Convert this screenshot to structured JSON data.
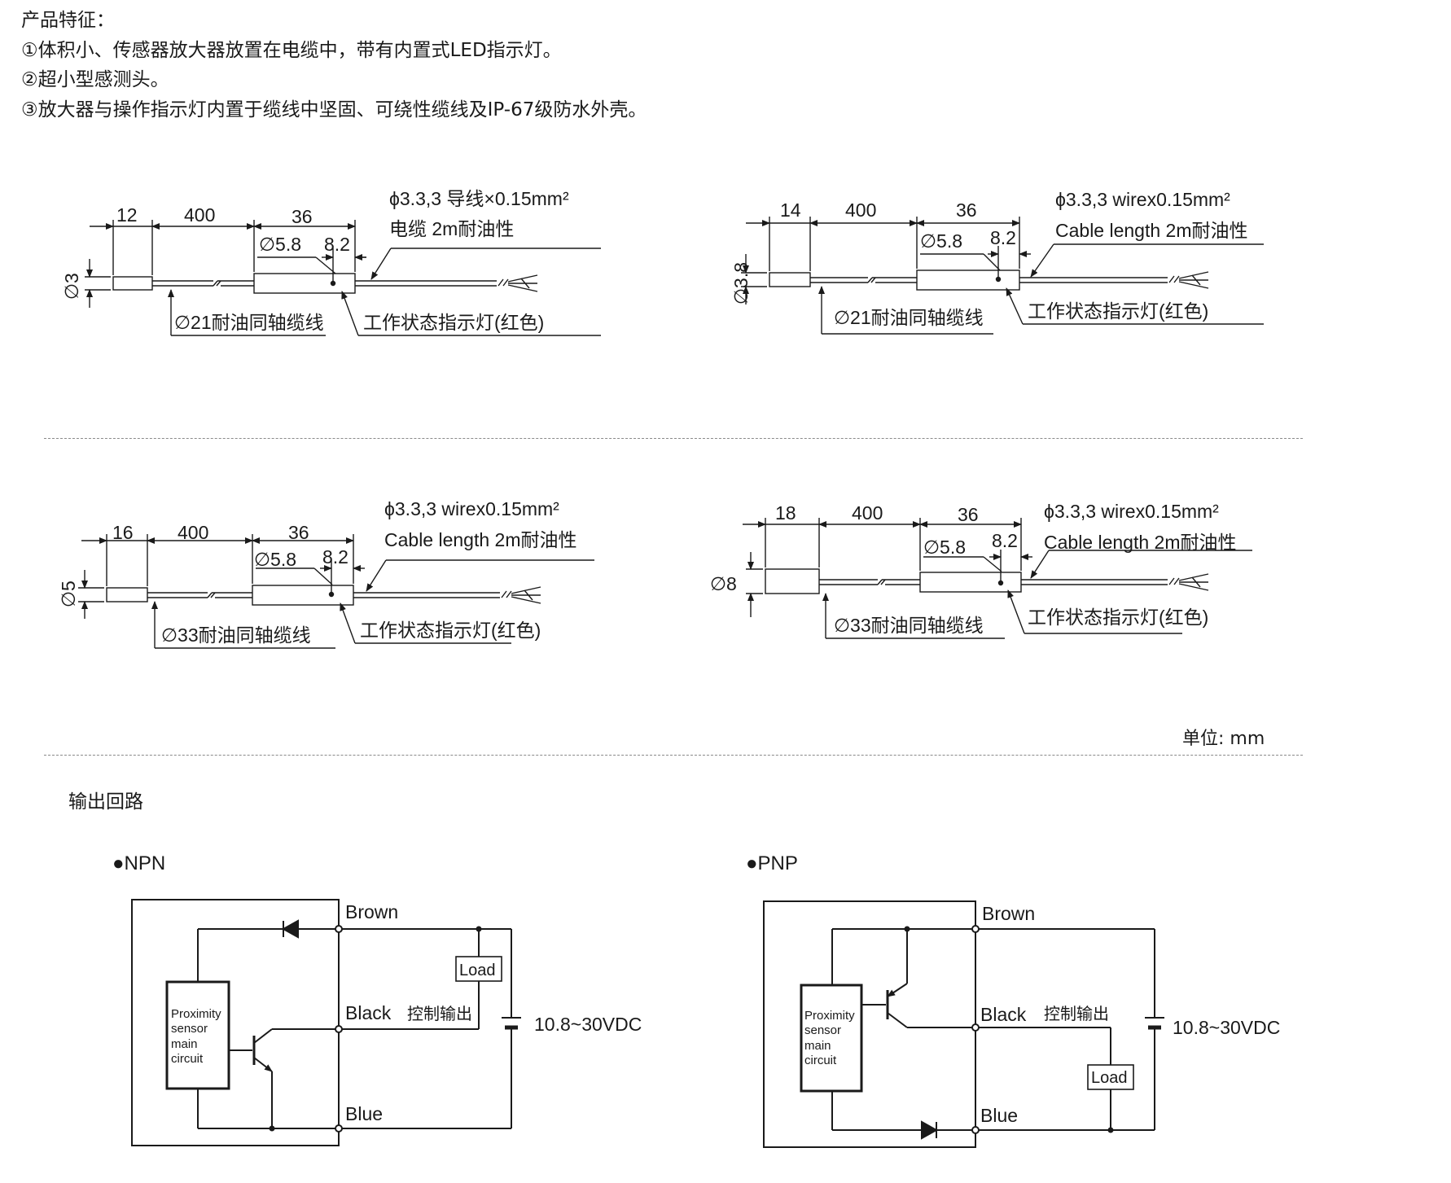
{
  "features": {
    "heading": "产品特征：",
    "items": [
      "①体积小、传感器放大器放置在电缆中，带有内置式LED指示灯。",
      "②超小型感测头。",
      "③放大器与操作指示灯内置于缆线中坚固、可绕性缆线及IP-67级防水外壳。"
    ]
  },
  "drawings": [
    {
      "head_len": "12",
      "cable_len": "400",
      "amp_len": "36",
      "amp_dia": "∅5.8",
      "led_pos": "8.2",
      "head_dia": "∅3",
      "wire_spec": "ϕ3.3,3 导线×0.15mm²",
      "cable_note": "电缆 2m耐油性",
      "coax_note": "∅21耐油同轴缆线",
      "led_note": "工作状态指示灯(红色)"
    },
    {
      "head_len": "14",
      "cable_len": "400",
      "amp_len": "36",
      "amp_dia": "∅5.8",
      "led_pos": "8.2",
      "head_dia": "∅3.8",
      "wire_spec": "ϕ3.3,3 wirex0.15mm²",
      "cable_note": "Cable length 2m耐油性",
      "coax_note": "∅21耐油同轴缆线",
      "led_note": "工作状态指示灯(红色)"
    },
    {
      "head_len": "16",
      "cable_len": "400",
      "amp_len": "36",
      "amp_dia": "∅5.8",
      "led_pos": "8.2",
      "head_dia": "∅5",
      "wire_spec": "ϕ3.3,3 wirex0.15mm²",
      "cable_note": "Cable length 2m耐油性",
      "coax_note": "∅33耐油同轴缆线",
      "led_note": "工作状态指示灯(红色)"
    },
    {
      "head_len": "18",
      "cable_len": "400",
      "amp_len": "36",
      "amp_dia": "∅5.8",
      "led_pos": "8.2",
      "head_dia": "∅8",
      "wire_spec": "ϕ3.3,3 wirex0.15mm²",
      "cable_note": "Cable length 2m耐油性",
      "coax_note": "∅33耐油同轴缆线",
      "led_note": "工作状态指示灯(红色)"
    }
  ],
  "units_label": "单位: mm",
  "output_title": "输出回路",
  "npn": {
    "title": "●NPN",
    "box_label": [
      "Proximity",
      "sensor",
      "main",
      "circuit"
    ],
    "brown": "Brown",
    "black": "Black",
    "blue": "Blue",
    "control": "控制输出",
    "load": "Load",
    "supply": "10.8~30VDC"
  },
  "pnp": {
    "title": "●PNP",
    "box_label": [
      "Proximity",
      "sensor",
      "main",
      "circuit"
    ],
    "brown": "Brown",
    "black": "Black",
    "blue": "Blue",
    "control": "控制输出",
    "load": "Load",
    "supply": "10.8~30VDC"
  }
}
